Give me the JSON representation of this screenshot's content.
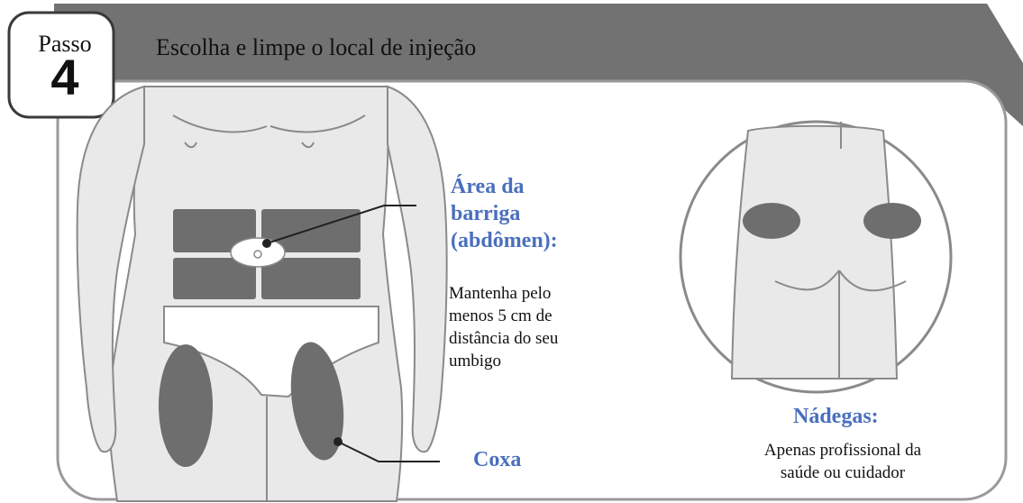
{
  "step": {
    "word": "Passo",
    "number": "4"
  },
  "header": {
    "title": "Escolha e limpe o local de injeção"
  },
  "abdomen": {
    "title_lines": [
      "Área da",
      "barriga",
      "(abdômen):"
    ],
    "description_lines": [
      "Mantenha pelo",
      "menos 5 cm de",
      "distância do seu",
      "umbigo"
    ]
  },
  "thigh": {
    "label": "Coxa"
  },
  "buttocks": {
    "title": "Nádegas:",
    "description_lines": [
      "Apenas profissional da",
      "saúde ou cuidador"
    ]
  },
  "colors": {
    "banner": "#707070",
    "injection_zone": "#6e6e6e",
    "body_fill": "#e9e9e9",
    "body_stroke": "#8a8a8a",
    "label_blue": "#4a6fbd",
    "panel_border": "#9a9a9a"
  }
}
